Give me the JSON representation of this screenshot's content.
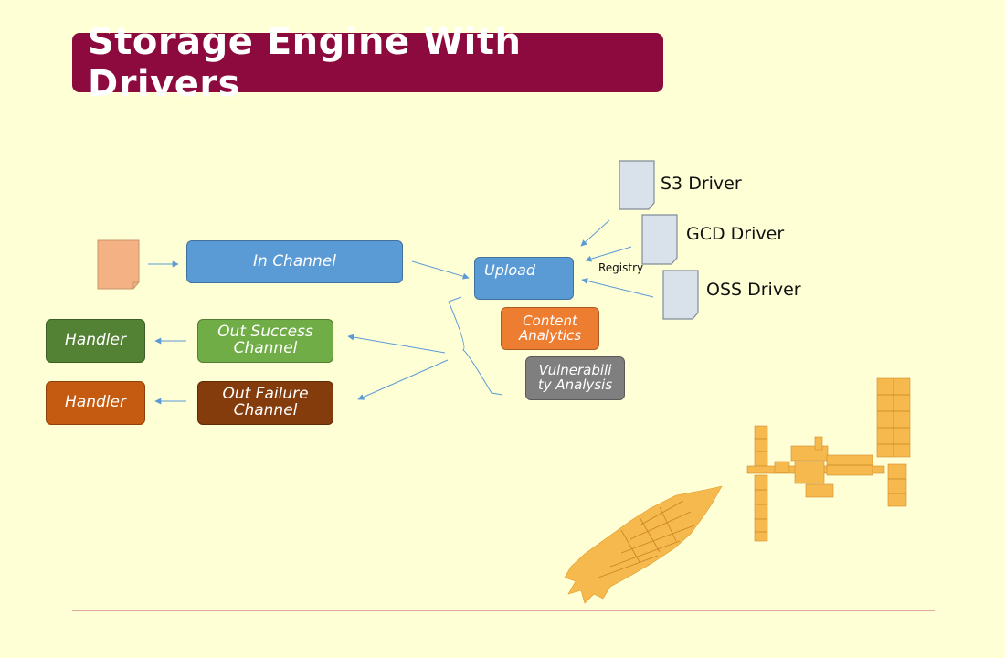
{
  "title": "Storage Engine With Drivers",
  "nodes": {
    "in_channel": "In Channel",
    "upload": "Upload",
    "content_analytics": "Content Analytics",
    "vulnerability_analysis": "Vulnerabili ty Analysis",
    "out_success_channel": "Out Success Channel",
    "out_failure_channel": "Out Failure Channel",
    "handler_success": "Handler",
    "handler_failure": "Handler"
  },
  "drivers": {
    "s3": "S3 Driver",
    "gcd": "GCD Driver",
    "oss": "OSS Driver"
  },
  "registry_label": "Registry",
  "colors": {
    "background": "#ffffd6",
    "title_bg": "#8c0a3e",
    "blue": "#5b9bd5",
    "green": "#70ad47",
    "dark_green": "#548235",
    "brown": "#843c0c",
    "orange": "#c55a11",
    "light_orange": "#ed7d31",
    "grey": "#7f7f7f",
    "arrow": "#5b9bd5",
    "footer_line": "#c0506e",
    "illustration": "#f5b94e"
  }
}
